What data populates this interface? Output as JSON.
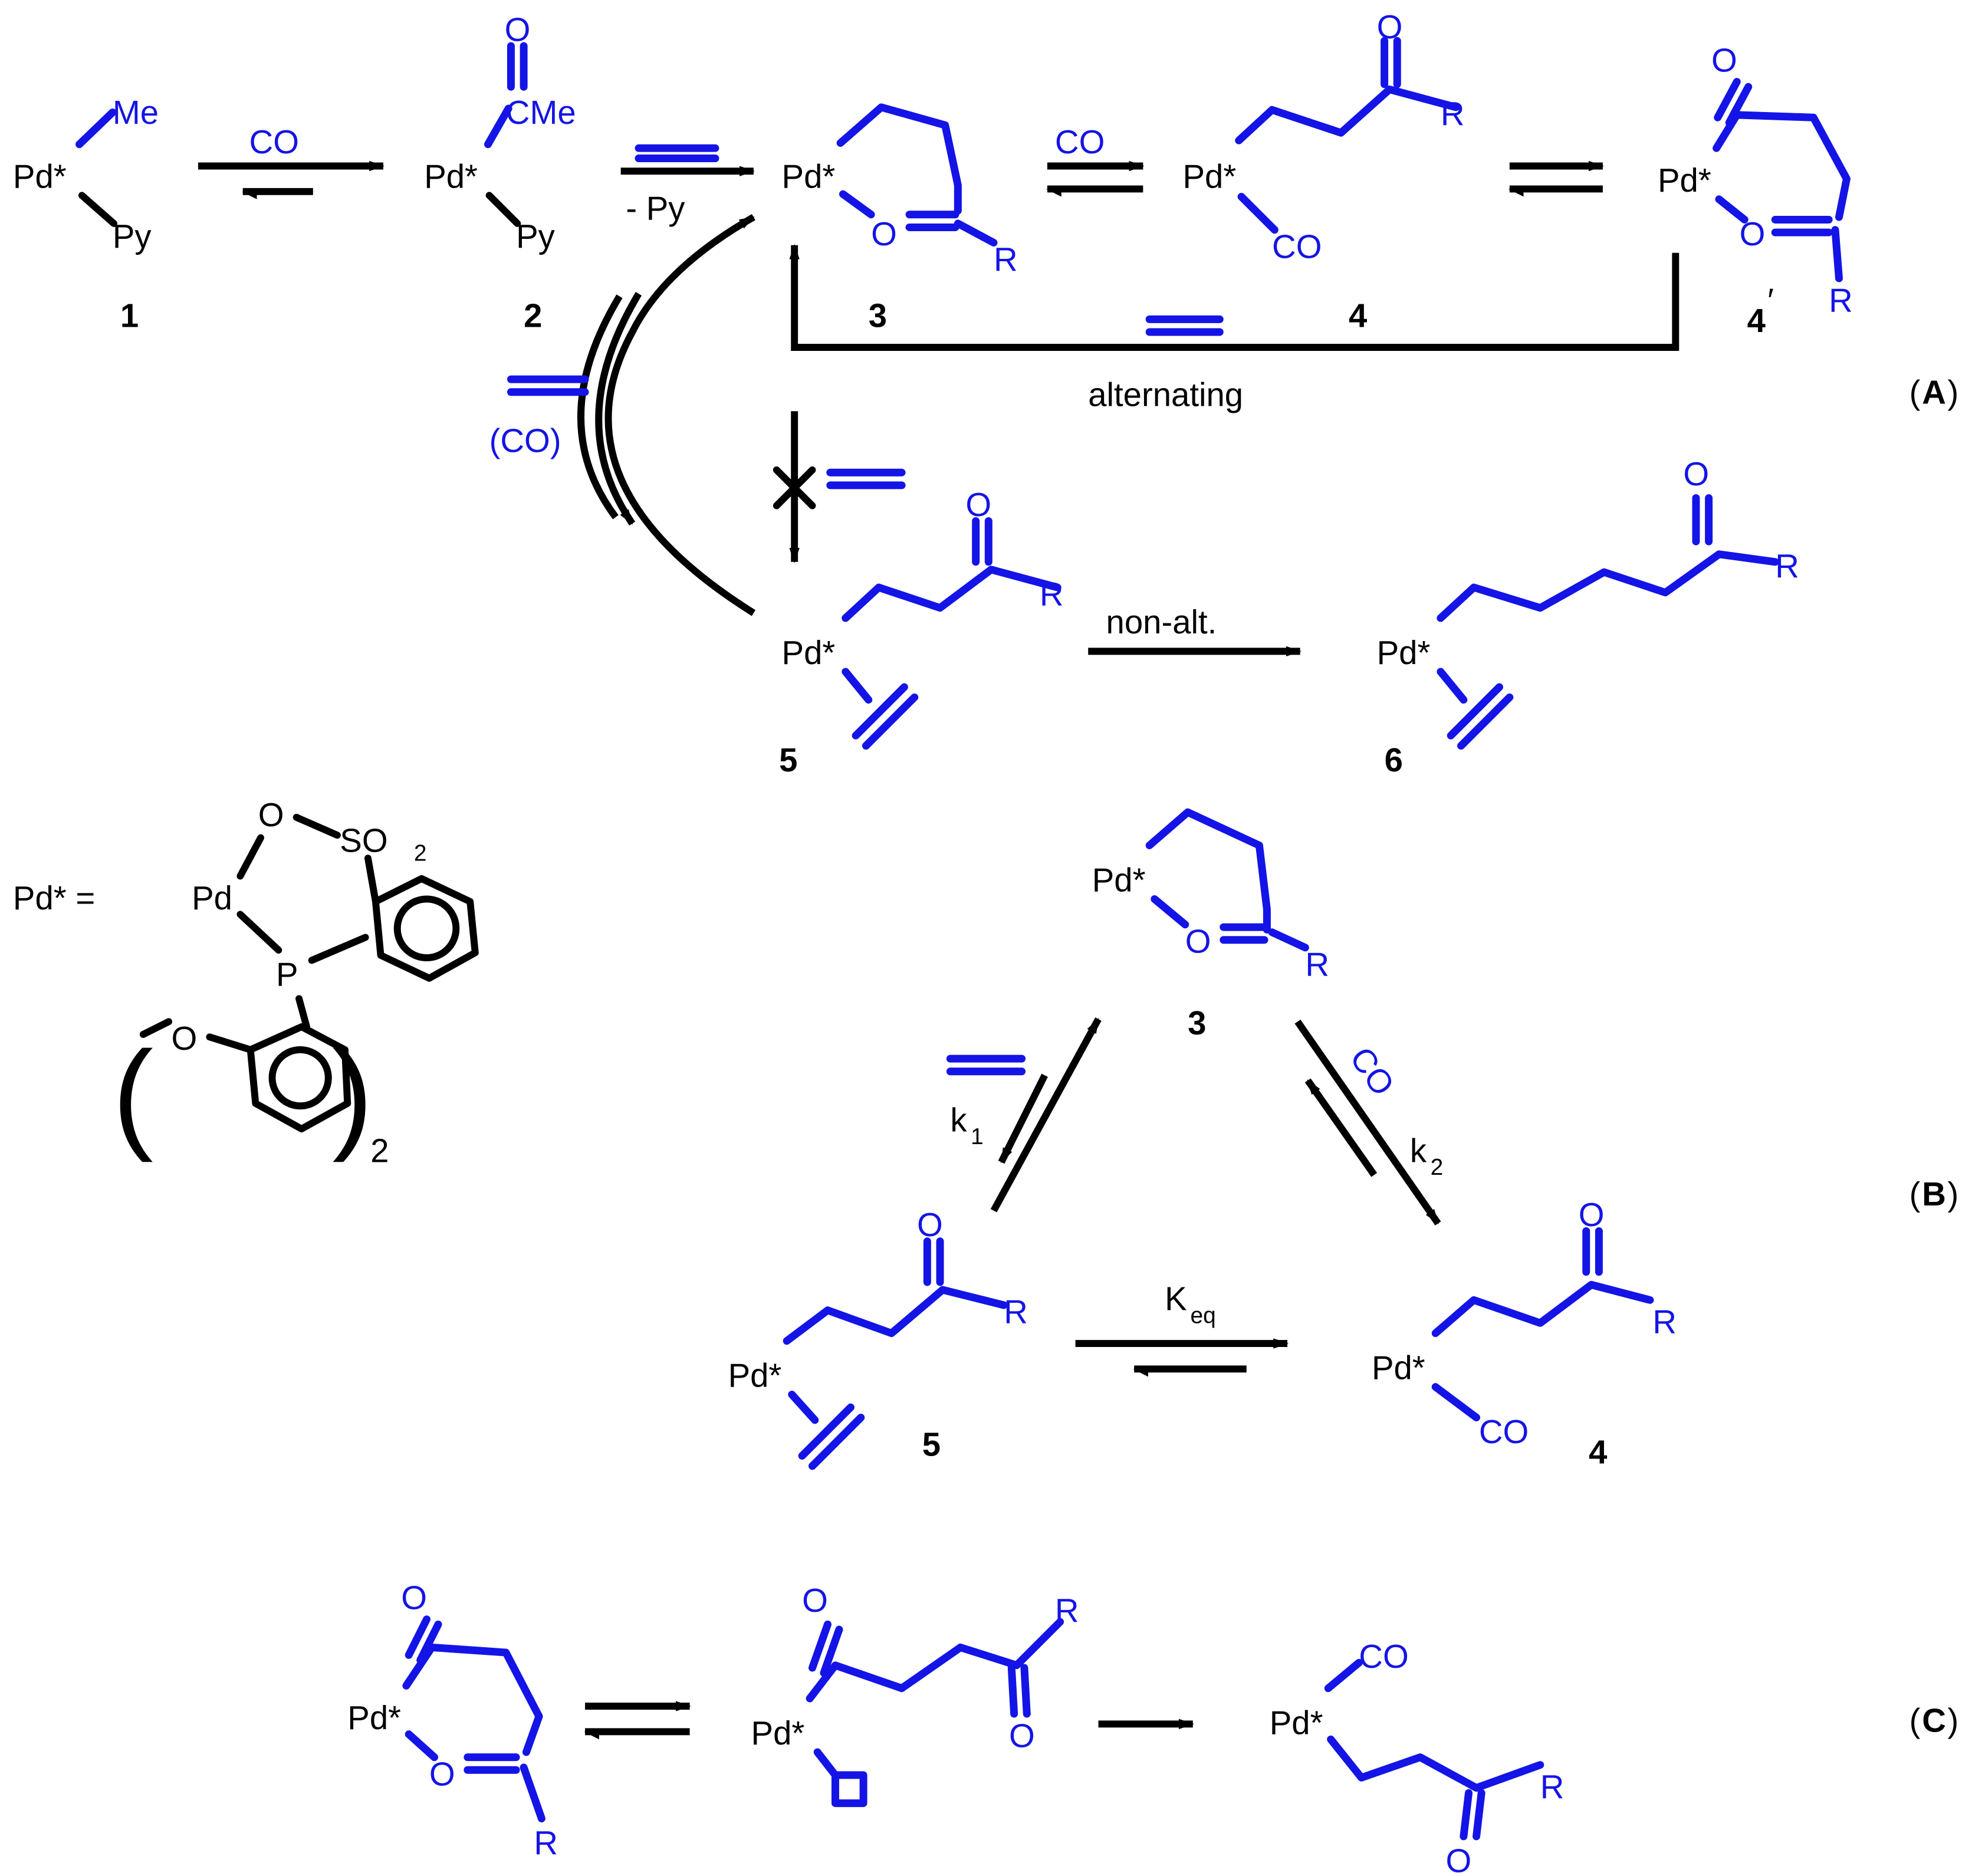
{
  "colors": {
    "structure_blue": "#1414e6",
    "text_black": "#000000",
    "background": "#ffffff"
  },
  "atoms": {
    "pd": "Pd*",
    "pd_plain": "Pd",
    "me": "Me",
    "py": "Py",
    "r": "R",
    "o": "O",
    "co": "CO",
    "cme": "CMe",
    "p": "P",
    "so": "SO",
    "sub2": "2",
    "paren_open": "(",
    "paren_close": ")"
  },
  "labels": {
    "c1": "1",
    "c2": "2",
    "c3": "3",
    "c4": "4",
    "c4p": "4",
    "c4p_prime": "′",
    "c5": "5",
    "c6": "6"
  },
  "arrows": {
    "co": "CO",
    "minus_py": "- Py",
    "paren_co": "(CO)",
    "alternating": "alternating",
    "non_alt": "non-alt.",
    "k": "k",
    "k1_sub": "1",
    "k2_sub": "2",
    "K": "K",
    "keq_sub": "eq"
  },
  "panels": {
    "a": {
      "open": "(",
      "letter": "A",
      "close": ")"
    },
    "b": {
      "open": "(",
      "letter": "B",
      "close": ")"
    },
    "c": {
      "open": "(",
      "letter": "C",
      "close": ")"
    }
  },
  "definition": {
    "pd_equals": "Pd* ="
  }
}
